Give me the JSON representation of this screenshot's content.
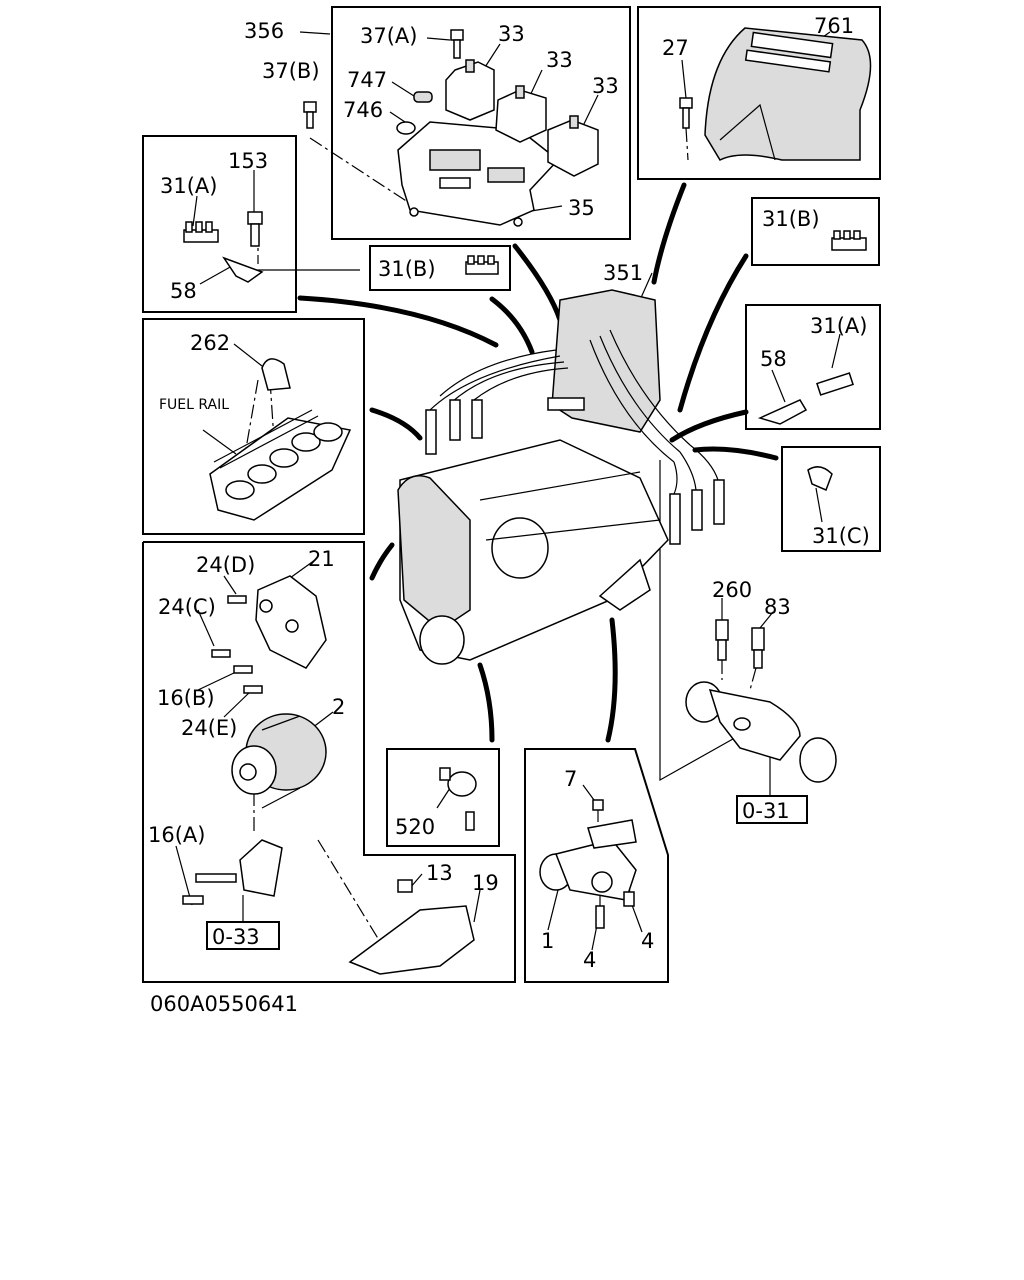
{
  "diagram_code": "060A0550641",
  "callouts": {
    "c356": "356",
    "c37a": "37(A)",
    "c37b": "37(B)",
    "c33a": "33",
    "c33b": "33",
    "c33c": "33",
    "c747": "747",
    "c746": "746",
    "c35": "35",
    "c761": "761",
    "c27": "27",
    "c153": "153",
    "c31a_top": "31(A)",
    "c58_top": "58",
    "c31b_top": "31(B)",
    "c31b_right": "31(B)",
    "c351": "351",
    "c31a_right": "31(A)",
    "c58_right": "58",
    "c262": "262",
    "fuel_rail": "FUEL RAIL",
    "c31c": "31(C)",
    "c24d": "24(D)",
    "c21": "21",
    "c24c": "24(C)",
    "c16b": "16(B)",
    "c24e": "24(E)",
    "c2": "2",
    "c260": "260",
    "c83": "83",
    "c0_31": "0-31",
    "c520": "520",
    "c7": "7",
    "c16a": "16(A)",
    "c13": "13",
    "c19": "19",
    "c0_33": "0-33",
    "c1": "1",
    "c4a": "4",
    "c4b": "4"
  }
}
